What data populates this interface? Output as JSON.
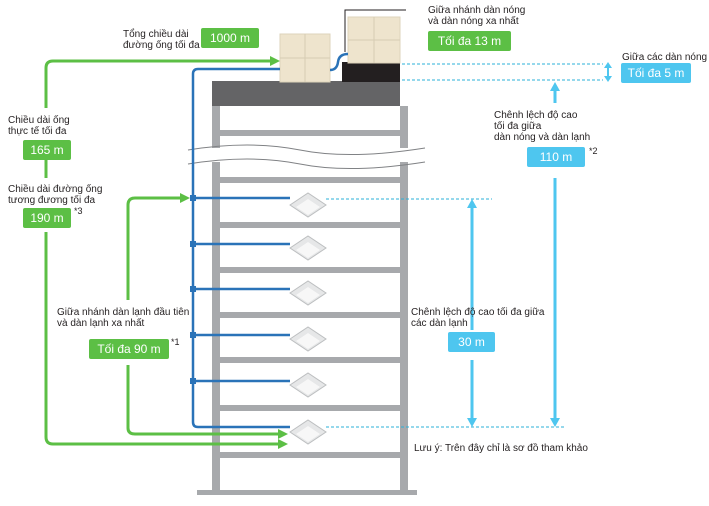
{
  "colors": {
    "green": "#5cbf45",
    "blue_pipe": "#2a73b8",
    "cyan": "#4ec6ef",
    "building": "#a7a9ac",
    "roof": "#646466",
    "dark_block": "#231f20"
  },
  "labels": {
    "total_length": {
      "text_line1": "Tổng chiều dài",
      "text_line2": "đường ống tối đa",
      "value": "1000 m"
    },
    "outdoor_branch": {
      "text_line1": "Giữa nhánh dàn nóng",
      "text_line2": "và dàn nóng xa nhất",
      "value": "Tối đa 13 m"
    },
    "between_outdoor": {
      "text": "Giữa các dàn nóng",
      "value": "Tối đa 5 m"
    },
    "actual_length": {
      "text_line1": "Chiều dài ống",
      "text_line2": "thực tế tối đa",
      "value": "165 m"
    },
    "equivalent_length": {
      "text_line1": "Chiều dài đường ống",
      "text_line2": "tương đương tối đa",
      "value": "190 m",
      "note": "*3"
    },
    "height_outdoor_indoor": {
      "text_line1": "Chênh lệch độ cao",
      "text_line2": "tối đa giữa",
      "text_line3": "dàn nóng và dàn lạnh",
      "value": "110 m",
      "note": "*2"
    },
    "first_branch": {
      "text_line1": "Giữa nhánh dàn lạnh đầu tiên",
      "text_line2": "và dàn lạnh xa nhất",
      "value": "Tối đa 90 m",
      "note": "*1"
    },
    "height_indoor": {
      "text_line1": "Chênh lệch độ cao tối đa giữa",
      "text_line2": "các dàn lạnh",
      "value": "30 m"
    },
    "footnote": "Lưu ý: Trên đây chỉ là sơ đồ tham khảo"
  },
  "indoor_units_count": 6,
  "outdoor_units_count": 2
}
